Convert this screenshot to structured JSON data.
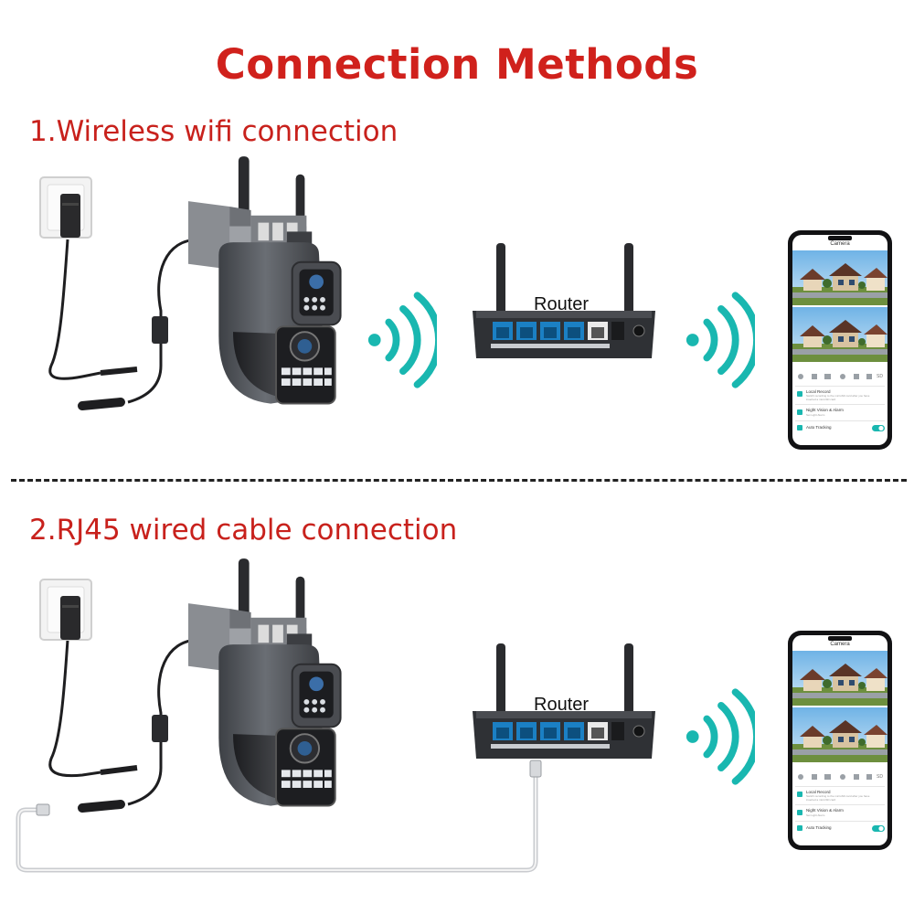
{
  "title": "Connection Methods",
  "colors": {
    "title": "#d0211c",
    "signal": "#19b7b0",
    "camera": "#4a4d52",
    "router": "#2b2d31"
  },
  "sections": [
    {
      "title": "1.Wireless wifi connection",
      "router_label": "Router",
      "phone": {
        "header": "Camera",
        "toolbar_last": "SD",
        "rows": [
          {
            "label": "Local Record",
            "sub": "Switch recording to the microSD card after you have inserted a microSD card"
          },
          {
            "label": "Night Vision & Alarm",
            "sub": "Set Light Alarm"
          },
          {
            "label": "Auto Tracking",
            "sub": ""
          }
        ]
      }
    },
    {
      "title": "2.RJ45 wired cable connection",
      "router_label": "Router",
      "phone": {
        "header": "Camera",
        "toolbar_last": "SD",
        "rows": [
          {
            "label": "Local Record",
            "sub": "Switch recording to the microSD card after you have inserted a microSD card"
          },
          {
            "label": "Night Vision & Alarm",
            "sub": "Set Light Alarm"
          },
          {
            "label": "Auto Tracking",
            "sub": ""
          }
        ]
      }
    }
  ]
}
